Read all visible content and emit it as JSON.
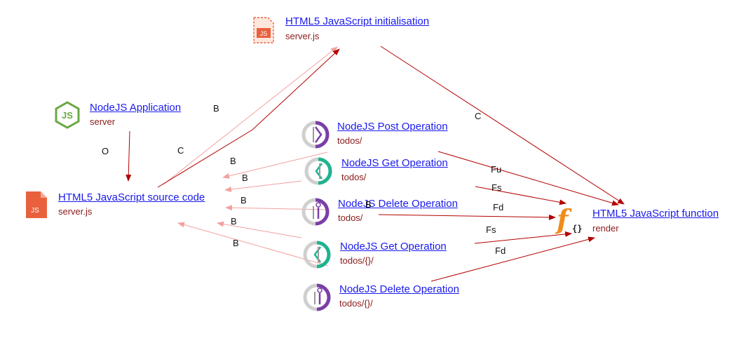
{
  "colors": {
    "link": "#1a1aee",
    "subtitle": "#8b1a1a",
    "edge_strong": "#b30000",
    "edge_faint": "#f2a0a0",
    "js_orange": "#e8613c",
    "node_green": "#6aa843",
    "op_purple": "#7a3fa8",
    "op_teal": "#1fb38f",
    "func_orange": "#f08c1a"
  },
  "nodes": {
    "init": {
      "title": "HTML5 JavaScript initialisation",
      "sub": "server.js",
      "icon": "js-file-dashed-icon"
    },
    "app": {
      "title": "NodeJS Application",
      "sub": "server",
      "icon": "nodejs-hexagon-icon"
    },
    "source": {
      "title": "HTML5 JavaScript source code",
      "sub": "server.js",
      "icon": "js-file-icon"
    },
    "post": {
      "title": "NodeJS Post Operation",
      "sub": "todos/",
      "icon": "post-operation-icon"
    },
    "get1": {
      "title": "NodeJS Get Operation",
      "sub": "todos/",
      "icon": "get-operation-icon"
    },
    "delete1": {
      "title": "NodeJS Delete Operation",
      "sub": "todos/",
      "icon": "delete-operation-icon"
    },
    "get2": {
      "title": "NodeJS Get Operation",
      "sub": "todos/{}/",
      "icon": "get-operation-icon"
    },
    "delete2": {
      "title": "NodeJS Delete Operation",
      "sub": "todos/{}/",
      "icon": "delete-operation-icon"
    },
    "func": {
      "title": "HTML5 JavaScript function",
      "sub": "render",
      "icon": "function-icon"
    }
  },
  "edge_labels": {
    "b_top": "B",
    "c_left": "C",
    "o_app": "O",
    "c_right": "C",
    "b_post": "B",
    "b_get1": "B",
    "b_delete1": "B",
    "b_get2": "B",
    "b_delete2": "B",
    "b_overlap": "B",
    "fu": "Fu",
    "fs1": "Fs",
    "fd1": "Fd",
    "fs2": "Fs",
    "fd2": "Fd"
  }
}
